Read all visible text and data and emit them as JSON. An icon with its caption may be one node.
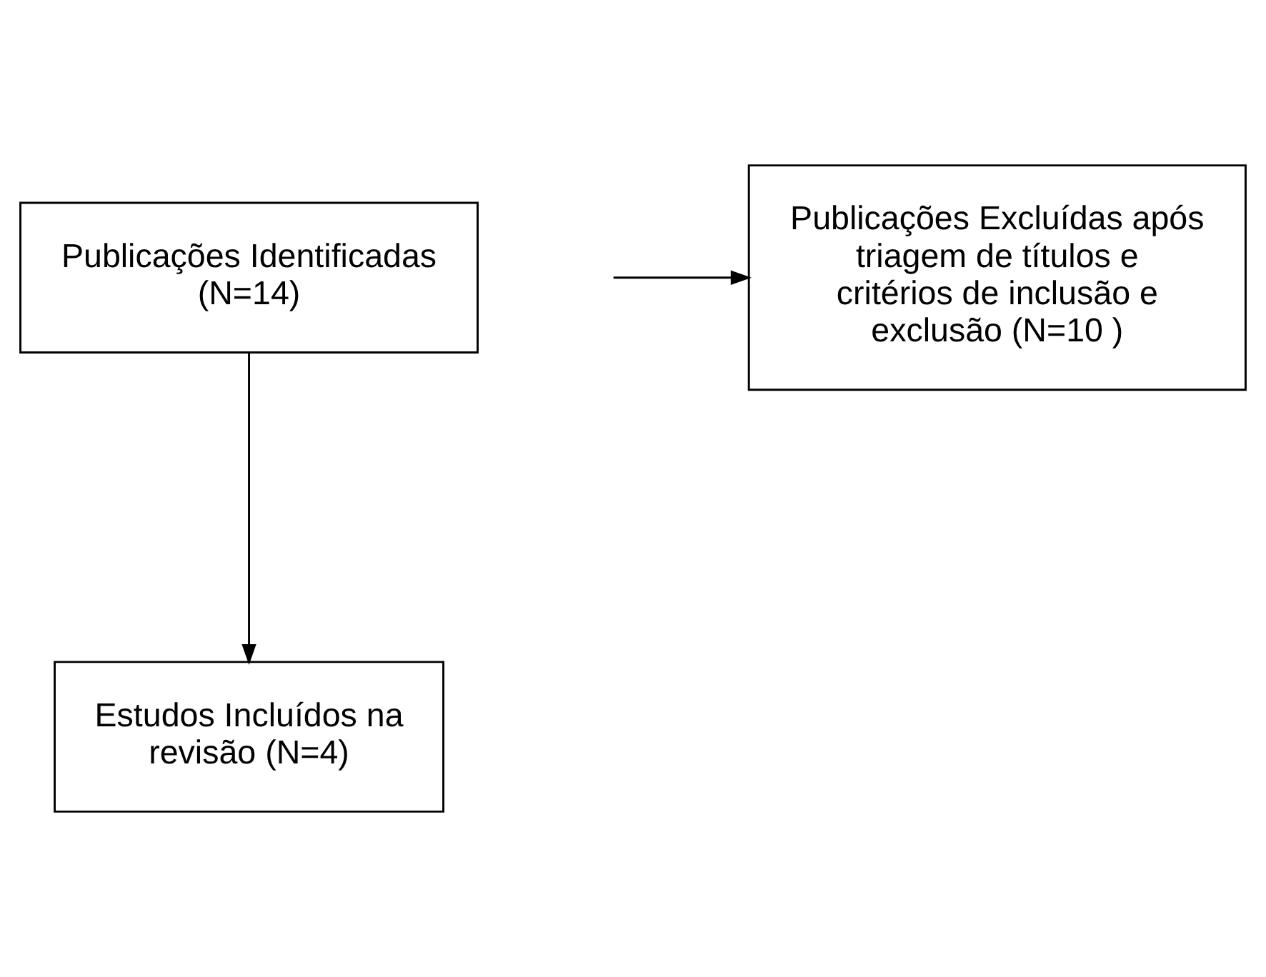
{
  "diagram": {
    "nodes": [
      {
        "text": [
          "Publicações Identificadas (N=14)"
        ]
      },
      {
        "text": [
          "Publicações Excluídas após triagem de títulos e critérios de inclusão e exclusão (N=10 )"
        ]
      },
      {
        "text": [
          "Estudos Incluídos na revisão (N=4)"
        ]
      }
    ],
    "edges": [
      {
        "from": 0,
        "to": 2,
        "arrow": "to"
      },
      {
        "from": null,
        "to": 1,
        "arrow": "to"
      }
    ]
  }
}
